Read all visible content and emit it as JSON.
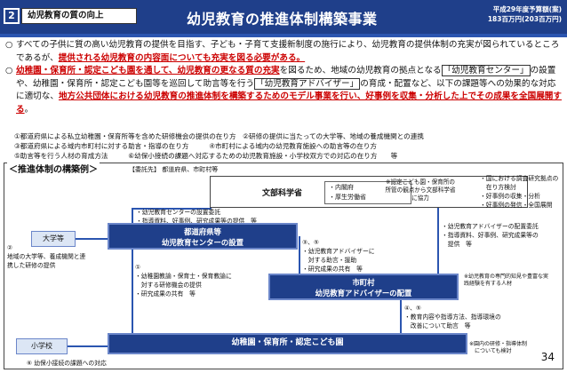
{
  "header": {
    "badge_num": "2",
    "tag": "幼児教育の質の向上",
    "title": "幼児教育の推進体制構築事業",
    "budget_line1": "平成29年度予算額(案)",
    "budget_line2": "183百万円(203百万円)"
  },
  "description": {
    "bullet": "○",
    "p1": "すべての子供に質の高い幼児教育の提供を目指す、子ども・子育て支援新制度の施行により、幼児教育の提供体制の充実が図られているところであるが、",
    "p1_red": "提供される幼児教育の内容面についても充実を図る必要がある。",
    "p2_red": "幼稚園・保育所・認定こども園を通して、幼児教育の更なる質の充実",
    "p2_a": "を図るため、地域の幼児教育の拠点となる",
    "p2_box1": "「幼児教育センター」",
    "p2_b": "の設置や、幼稚園・保育所・認定こども園等を巡回して助言等を行う",
    "p2_box2": "「幼児教育アドバイザー」",
    "p2_c": "の育成・配置など、以下の課題等への効果的な対応に適切な、",
    "p2_red2": "地方公共団体における幼児教育の推進体制を構築するためのモデル事業を行い、好事例を収集・分析した上でその成果を全国展開する",
    "p2_end": "。"
  },
  "tasks": {
    "row1": "①都道府県による私立幼稚園・保育所等を含めた研修機会の提供の在り方　②研修の提供に当たっての大学等、地域の養成機関との連携",
    "row2": "③都道府県による域内市町村に対する助言・指導の在り方　　　④市町村による域内の幼児教育施設への助言等の在り方",
    "row3": "⑤助言等を行う人材の育成方法　　　⑥幼保小接続の課題へ対応するための幼児教育施設・小学校双方での対応の在り方　　等"
  },
  "diagram": {
    "title": "＜推進体制の構築例＞",
    "committee": "【委託先】 都道府県、市町村等",
    "mext": "文部科学省",
    "mext_inner1": "・内閣府",
    "mext_inner2": "・厚生労働省",
    "mext_note": "※認定こども園・保育所の所管の観点から文部科学省に協力",
    "right_top1": "・国における調査研究拠点の",
    "right_top2": "　在り方検討",
    "right_top3": "・好事例の収集・分析",
    "right_top4": "・好事例の発信・全国展開",
    "center_l1": "都道府県等",
    "center_l2": "幼児教育センターの設置",
    "center_note1": "・幼児教育センターの設置委託",
    "center_note2": "・指導資料、好事例、研究成果等の提供　等",
    "univ": "大学等",
    "univ_num": "②",
    "univ_note1": "地域の大学等、養成機関と連",
    "univ_note2": "携した研修の提供",
    "adv_place1": "・幼児教育アドバイザーの配置委託",
    "adv_place2": "・指導資料、好事例、研究成果等の",
    "adv_place3": "　提供　等",
    "mid_num": "③、⑤",
    "mid1": "・幼児教育アドバイザーに",
    "mid2": "　対する助言・援助",
    "mid3": "・研究成果の共有　等",
    "left_num": "①",
    "left1": "・幼稚園教諭・保育士・保育教諭に",
    "left2": "　対する研修機会の提供",
    "left3": "・研究成果の共有　等",
    "muni_l1": "市町村",
    "muni_l2": "幼児教育アドバイザーの配置",
    "muni_note": "※幼児教育の専門的知見や豊富な実践経験を有する人材",
    "low_num": "④、⑤",
    "low1": "・教育内容や指導方法、指導環境の",
    "low2": "　改善について助言　等",
    "elem": "小学校",
    "school": "幼稚園・保育所・認定こども園",
    "school_note1": "※園内の研修・指導体制",
    "school_note2": "　についても検討",
    "bottom": "⑥ 幼保小接続の課題への対応"
  },
  "page_number": "34"
}
